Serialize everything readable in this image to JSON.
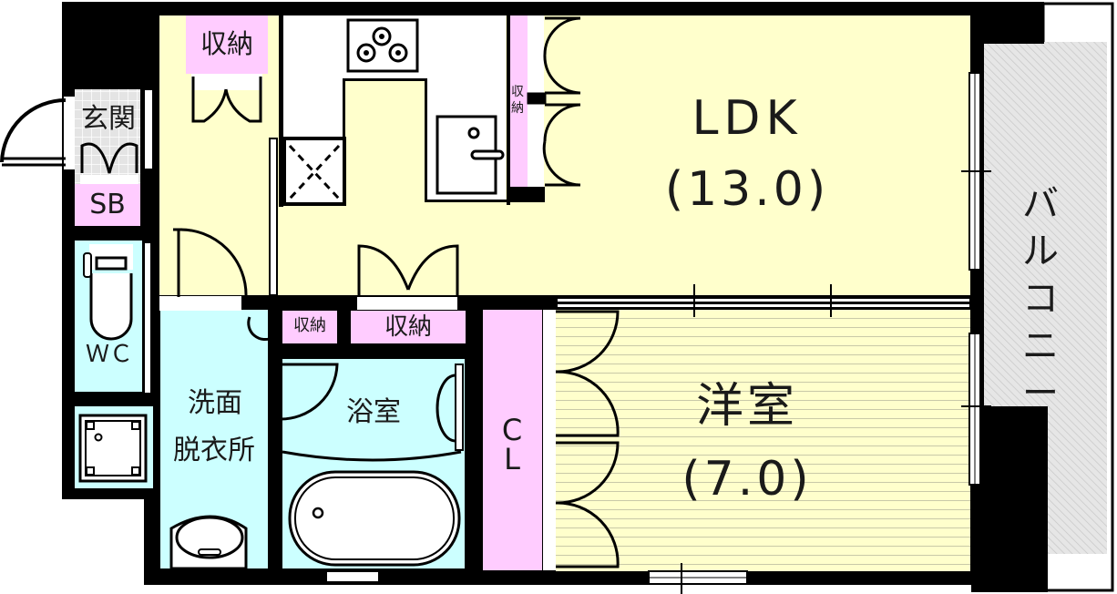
{
  "floorplan": {
    "colors": {
      "wall": "#000000",
      "ldk": "#ffffcc",
      "bedroom": "#ffffcc",
      "wet_area": "#ccffff",
      "storage": "#ffccff",
      "kitchen": "#ffffff",
      "entrance": "#e6e6e6",
      "balcony": "#e0e0e0"
    },
    "rooms": {
      "ldk": {
        "name": "LDK",
        "size": "(13.0)"
      },
      "bedroom": {
        "name": "洋室",
        "size": "(7.0)"
      },
      "balcony": {
        "name": "バルコニー"
      },
      "entrance": {
        "name": "玄関"
      },
      "shoe_box": {
        "name": "SB"
      },
      "toilet": {
        "name": "ＷＣ"
      },
      "washroom": {
        "name_line1": "洗面",
        "name_line2": "脱衣所"
      },
      "bathroom": {
        "name": "浴室"
      },
      "closet": {
        "name_line1": "C",
        "name_line2": "L"
      },
      "storage_top": {
        "name": "収納"
      },
      "storage_kitchen": {
        "name_line1": "収",
        "name_line2": "納"
      },
      "storage_small": {
        "name": "収納"
      },
      "storage_mid": {
        "name": "収納"
      }
    }
  }
}
